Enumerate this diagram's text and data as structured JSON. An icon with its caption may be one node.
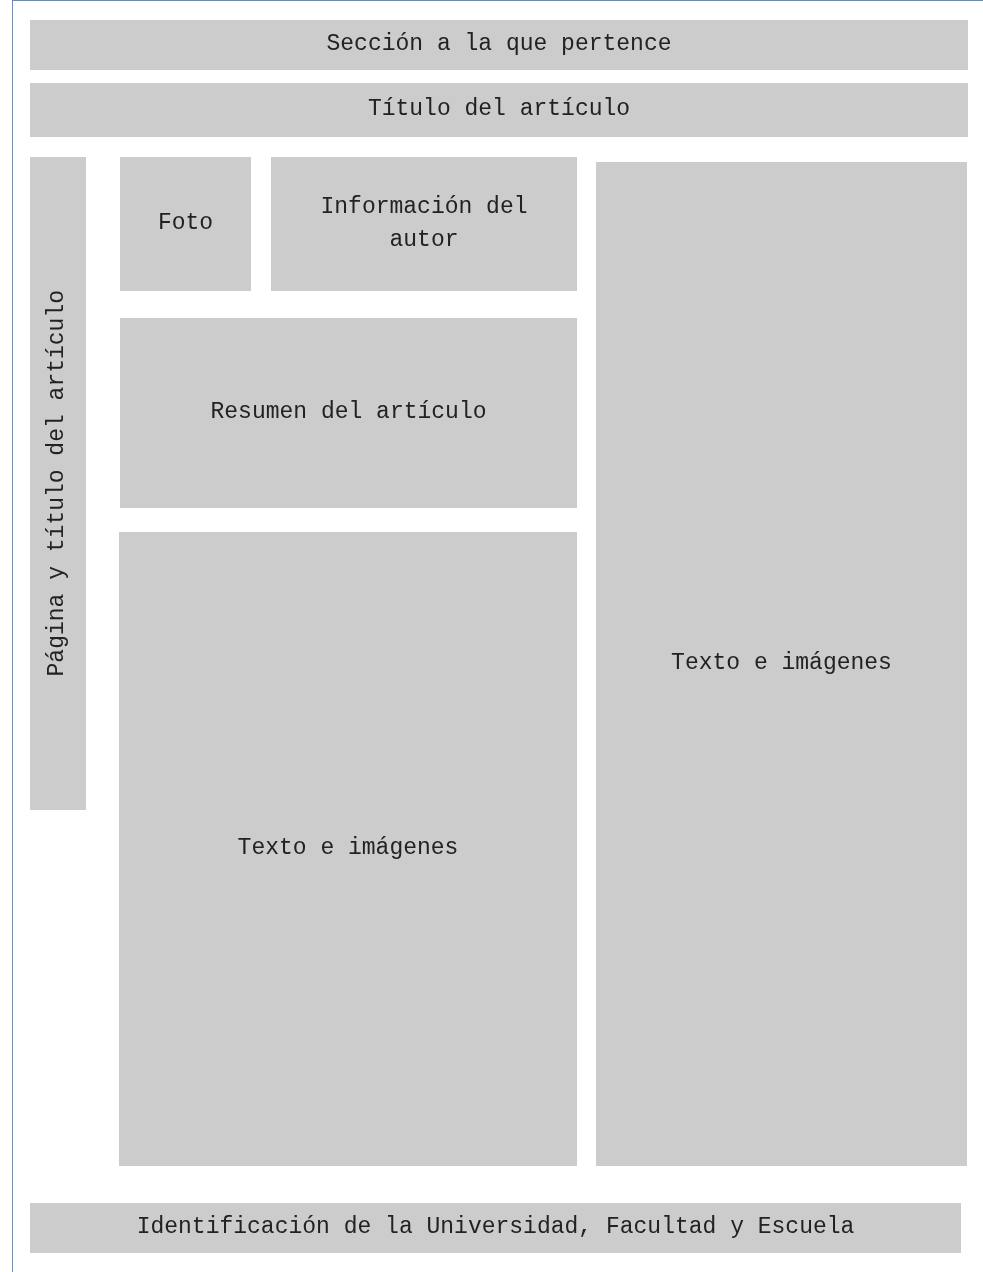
{
  "diagram": {
    "nodes": [
      {
        "text": [
          "Sección a la que pertence"
        ]
      },
      {
        "text": [
          "Título del artículo"
        ]
      },
      {
        "text": [
          "Página y título del artículo"
        ]
      },
      {
        "text": [
          "Foto"
        ]
      },
      {
        "text": [
          "Información del autor"
        ]
      },
      {
        "text": [
          "Resumen del artículo"
        ]
      },
      {
        "text": [
          "Texto e imágenes"
        ]
      },
      {
        "text": [
          "Texto e imágenes"
        ]
      },
      {
        "text": [
          "Identificación de la Universidad, Facultad y Escuela"
        ]
      }
    ]
  }
}
